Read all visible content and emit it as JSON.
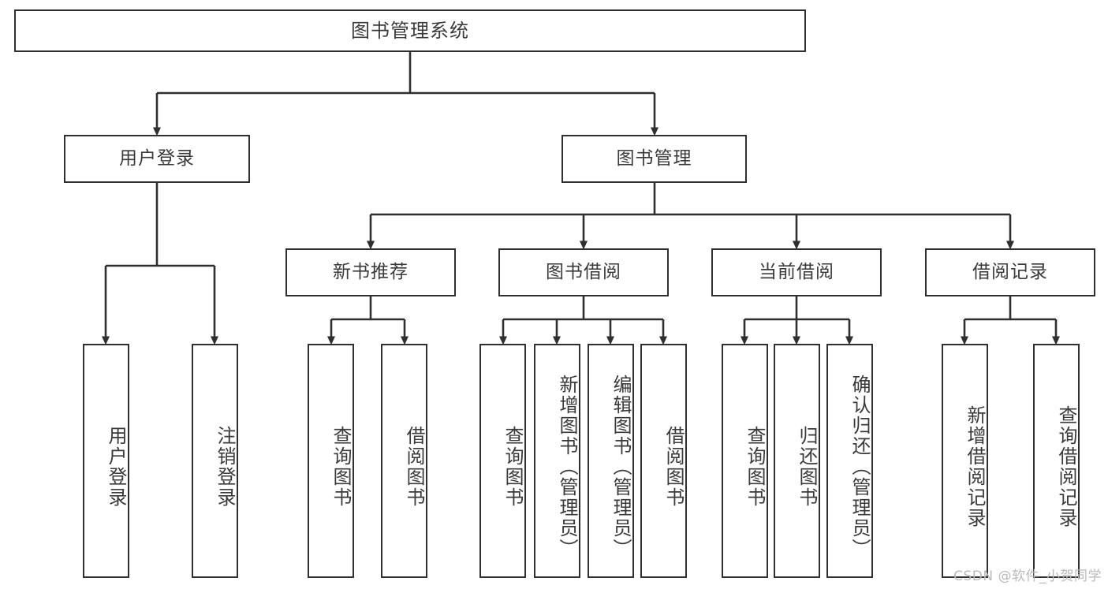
{
  "diagram": {
    "type": "tree",
    "title": "图书管理系统",
    "root": {
      "label": "图书管理系统"
    },
    "level1": [
      {
        "label": "用户登录"
      },
      {
        "label": "图书管理"
      }
    ],
    "level2": [
      {
        "label": "新书推荐"
      },
      {
        "label": "图书借阅"
      },
      {
        "label": "当前借阅"
      },
      {
        "label": "借阅记录"
      }
    ],
    "leaves": {
      "user_login": [
        {
          "label": "用户登录"
        },
        {
          "label": "注销登录"
        }
      ],
      "new_book": [
        {
          "label": "查询图书"
        },
        {
          "label": "借阅图书"
        }
      ],
      "book_borrow": [
        {
          "label": "查询图书"
        },
        {
          "label": "新增图书（管理员）"
        },
        {
          "label": "编辑图书（管理员）"
        },
        {
          "label": "借阅图书"
        }
      ],
      "current_borrow": [
        {
          "label": "查询图书"
        },
        {
          "label": "归还图书"
        },
        {
          "label": "确认归还（管理员）"
        }
      ],
      "borrow_record": [
        {
          "label": "新增借阅记录"
        },
        {
          "label": "查询借阅记录"
        }
      ]
    }
  },
  "watermark": {
    "text": "CSDN @软件_小贺同学"
  },
  "colors": {
    "border": "#2f2f2f",
    "text": "#3a3a3a",
    "background": "#ffffff",
    "wire": "#2f2f2f",
    "watermark": "#b9b9b9"
  }
}
